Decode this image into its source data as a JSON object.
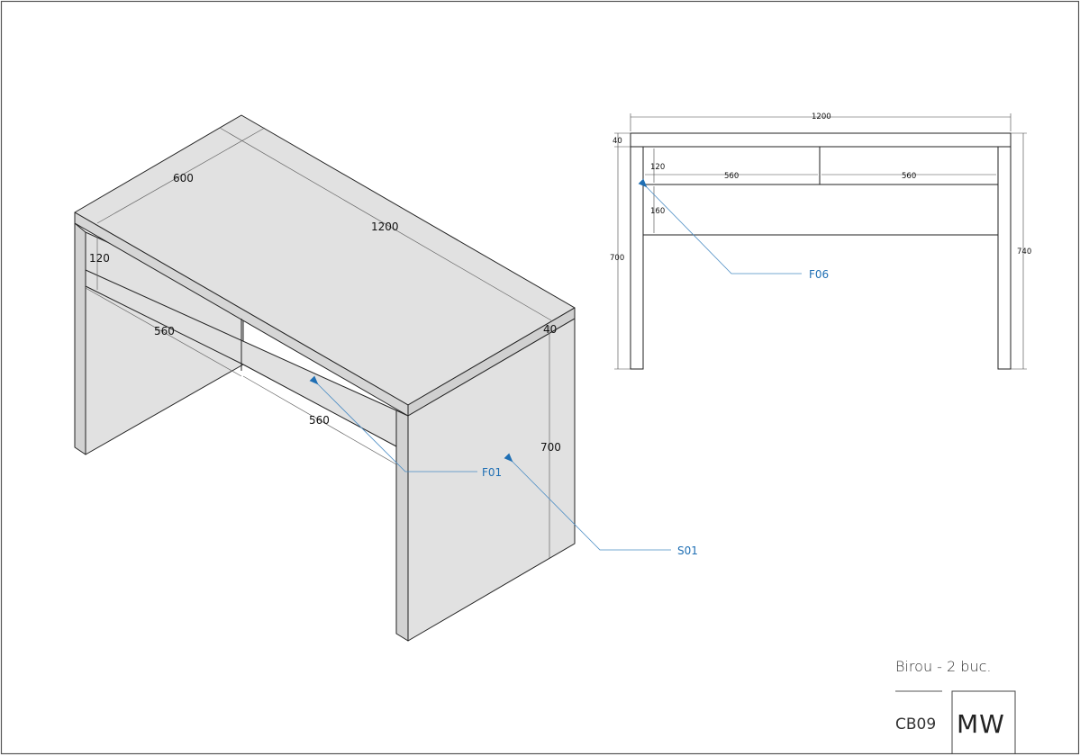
{
  "iso_view": {
    "dimensions": {
      "depth": "600",
      "length": "1200",
      "drawer_height": "120",
      "drawer_width_top": "560",
      "drawer_width_bottom": "560",
      "top_thickness": "40",
      "leg_height": "700"
    },
    "callouts": {
      "front": "F01",
      "side": "S01"
    }
  },
  "front_view": {
    "dimensions": {
      "overall_width": "1200",
      "top_thickness": "40",
      "drawer_height": "120",
      "drawer_left_width": "560",
      "drawer_right_width": "560",
      "panel_height": "160",
      "leg_height": "700",
      "overall_height": "740"
    },
    "callouts": {
      "front_panel": "F06"
    }
  },
  "title_block": {
    "title": "Birou - 2 buc.",
    "code": "CB09",
    "logo": "MW"
  },
  "colors": {
    "panel_fill": "#e1e1e1",
    "line": "#222222",
    "callout": "#1f6fb4"
  }
}
